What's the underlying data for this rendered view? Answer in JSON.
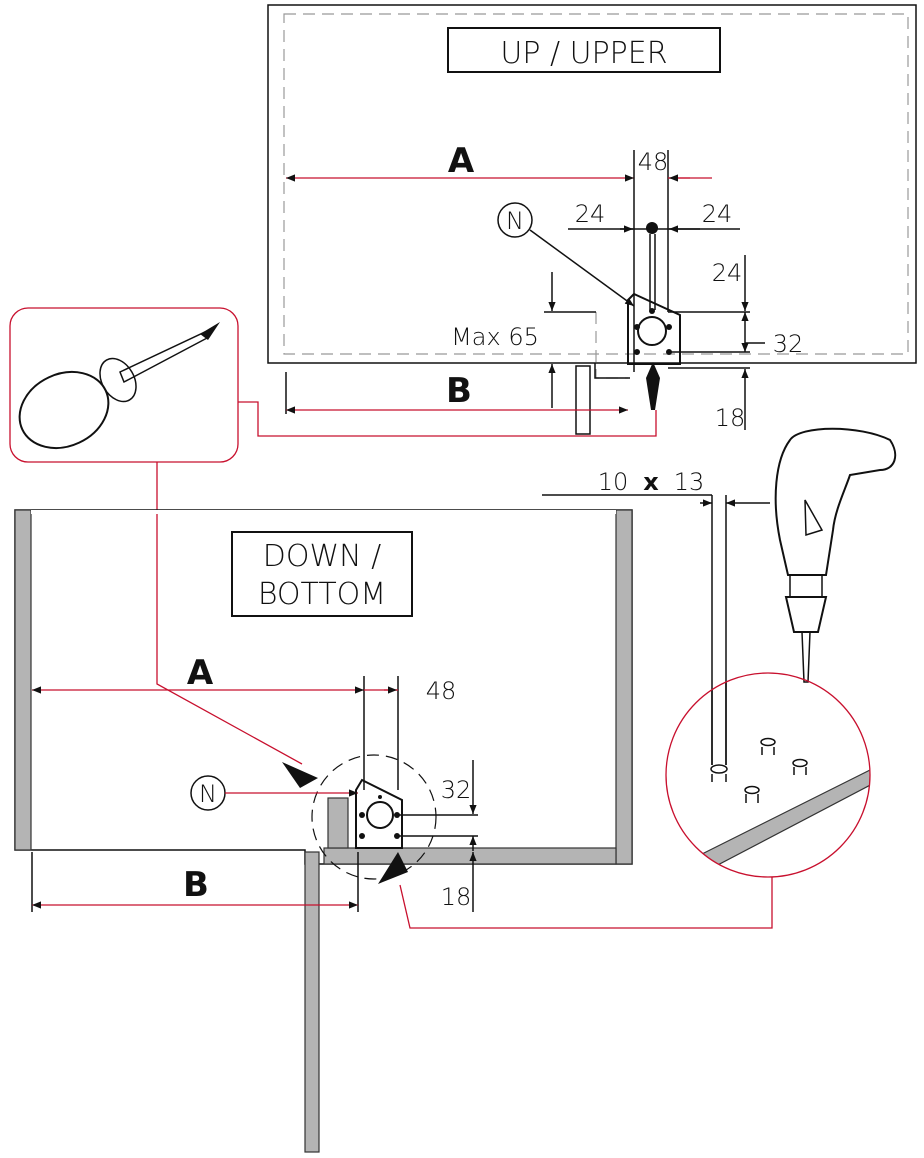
{
  "upper": {
    "title": "UP / UPPER",
    "dim_a": "A",
    "dim_b": "B",
    "dim_48": "48",
    "dim_24_left": "24",
    "dim_24_right": "24",
    "dim_24_vertical": "24",
    "dim_32": "32",
    "dim_18": "18",
    "max": "Max 65",
    "marker": "N"
  },
  "drill": {
    "hole": "10",
    "x": "x",
    "depth": "13"
  },
  "lower": {
    "title_line1": "DOWN /",
    "title_line2": "BOTTOM",
    "dim_a": "A",
    "dim_b": "B",
    "dim_48": "48",
    "dim_32": "32",
    "dim_18": "18",
    "marker": "N"
  },
  "colors": {
    "accent": "#c8102e",
    "panel_gray": "#b4b4b4"
  },
  "icons": [
    "awl-icon",
    "drill-icon"
  ]
}
